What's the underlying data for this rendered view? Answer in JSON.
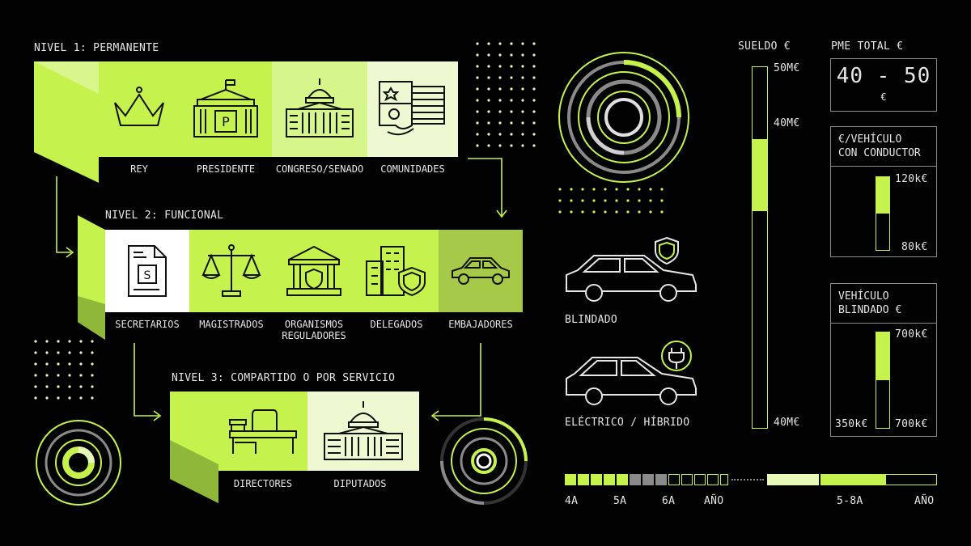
{
  "colors": {
    "accent": "#c6f24e",
    "accent_light": "#e6f9b8",
    "background": "#020202",
    "gray": "#8a8a8a"
  },
  "levels": [
    {
      "title": "NIVEL 1: PERMANENTE",
      "items": [
        {
          "label": "REY",
          "icon": "crown-icon"
        },
        {
          "label": "PRESIDENTE",
          "icon": "government-building-p-icon"
        },
        {
          "label": "CONGRESO/SENADO",
          "icon": "capitol-dome-icon"
        },
        {
          "label": "COMUNIDADES",
          "icon": "regional-flags-icon"
        }
      ]
    },
    {
      "title": "NIVEL 2: FUNCIONAL",
      "items": [
        {
          "label": "SECRETARIOS",
          "icon": "document-icon"
        },
        {
          "label": "MAGISTRADOS",
          "icon": "justice-scale-icon"
        },
        {
          "label": "ORGANISMOS REGULADORES",
          "icon": "shield-building-icon"
        },
        {
          "label": "DELEGADOS",
          "icon": "building-shield-icon"
        },
        {
          "label": "EMBAJADORES",
          "icon": "car-icon"
        }
      ]
    },
    {
      "title": "NIVEL 3: COMPARTIDO O POR SERVICIO",
      "items": [
        {
          "label": "DIRECTORES",
          "icon": "desk-chair-icon"
        },
        {
          "label": "DIPUTADOS",
          "icon": "parliament-icon"
        }
      ]
    }
  ],
  "vehicles": [
    {
      "label": "BLINDADO",
      "icon": "armored-car-icon",
      "badge": "shield-icon"
    },
    {
      "label": "ELÉCTRICO / HÍBRIDO",
      "icon": "electric-car-icon",
      "badge": "plug-icon"
    }
  ],
  "salary": {
    "title": "SUELDO €",
    "top": "50M€",
    "mid": "40M€",
    "bottom": "40M€",
    "range_fraction": [
      0.8,
      0.6
    ]
  },
  "pme": {
    "title": "PME TOTAL €",
    "value": "40 - 50",
    "unit": "€"
  },
  "vehicle_driver": {
    "title_line1": "€/VEHÍCULO",
    "title_line2": "CON CONDUCTOR",
    "high": "120k€",
    "low": "80k€",
    "fill": [
      1.0,
      0.5
    ]
  },
  "armored_vehicle": {
    "title_line1": "VEHÍCULO",
    "title_line2": "BLINDADO €",
    "high": "700k€",
    "low_left": "350k€",
    "low_right": "700k€",
    "fill": [
      1.0,
      0.5
    ]
  },
  "timeline": {
    "ticks": [
      "4A",
      "5A",
      "6A",
      "AÑO",
      "5-8A",
      "AÑO"
    ]
  }
}
